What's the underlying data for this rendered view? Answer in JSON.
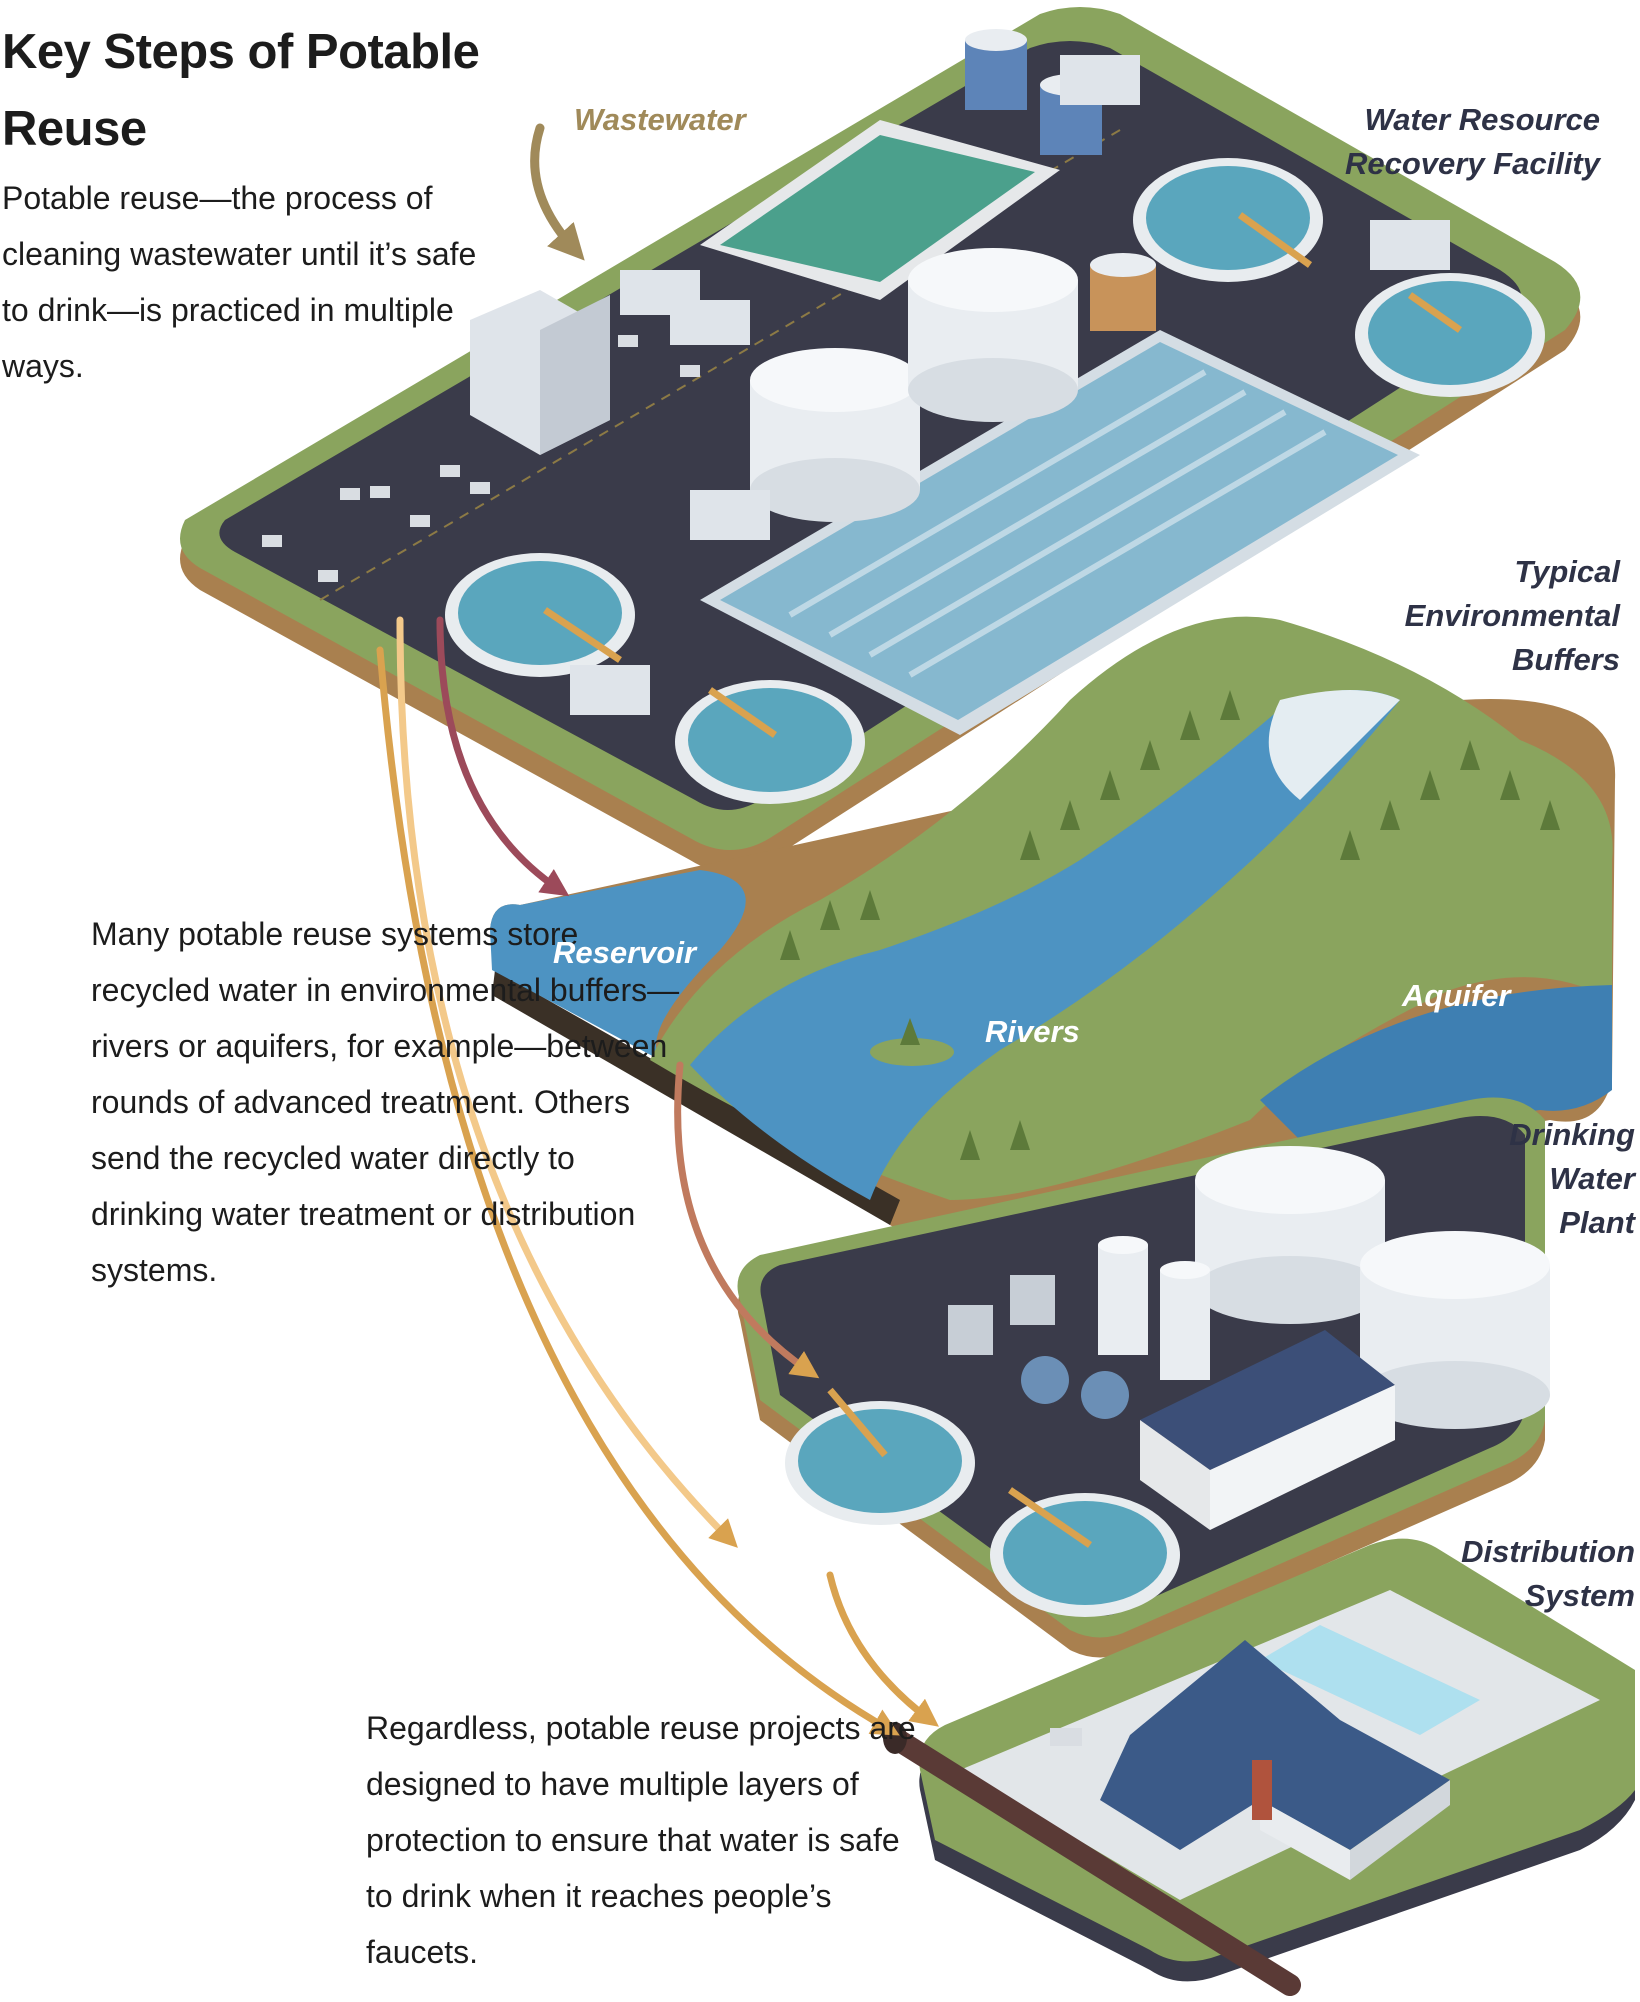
{
  "title": "Key Steps of Potable Reuse",
  "intro_text": "Potable reuse—the process of cleaning wastewater until it’s safe to drink—is practiced in multiple ways.",
  "buffer_text": "Many potable reuse systems store recycled water in environmental buffers—rivers or aquifers, for example—between rounds of advanced treatment. Others send the recycled water directly to drinking water treatment or distribution systems.",
  "closing_text": "Regardless, potable reuse projects are designed to have multiple layers of protection to ensure that water is safe to drink when it reaches people’s faucets.",
  "labels": {
    "wastewater": "Wastewater",
    "wrrf": "Water Resource Recovery Facility",
    "buffers": "Typical Environmental Buffers",
    "reservoir": "Reservoir",
    "rivers": "Rivers",
    "aquifer": "Aquifer",
    "drinking_plant": "Drinking Water Plant",
    "distribution": "Distribution System"
  },
  "colors": {
    "grass": "#8aa45e",
    "soil": "#a9804f",
    "pavement": "#3a3b4a",
    "water": "#4d93c2",
    "arrow_gold": "#d9a24f",
    "arrow_wine": "#9c4a5a",
    "label": "#2e3246"
  }
}
